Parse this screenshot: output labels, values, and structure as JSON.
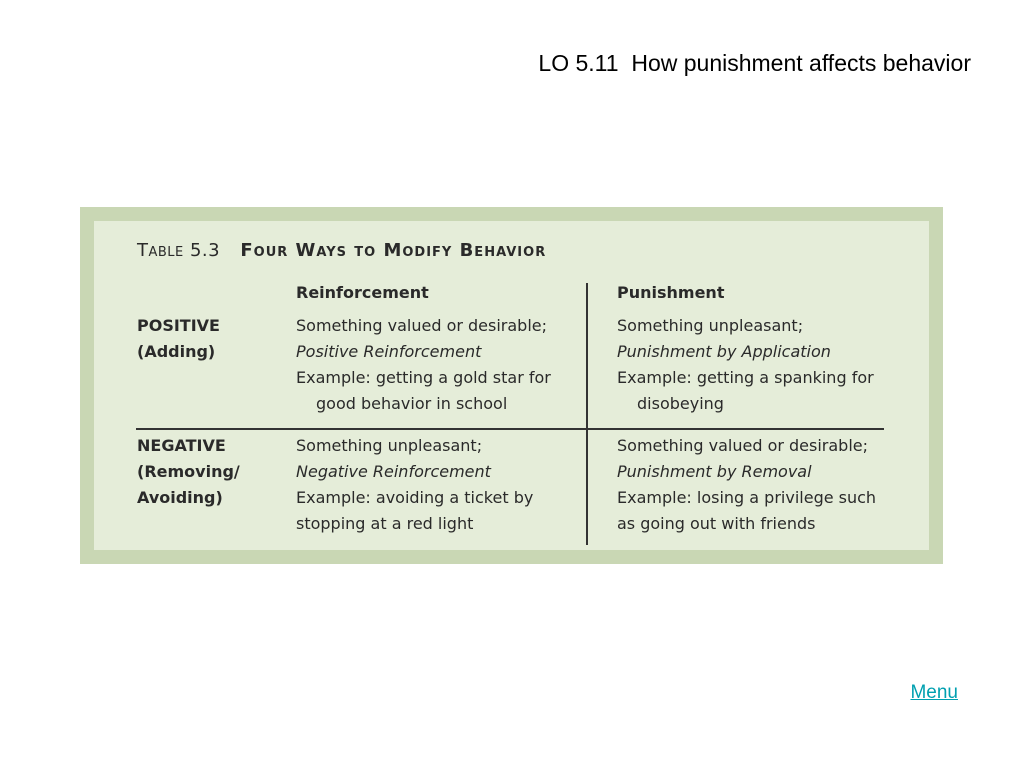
{
  "slide": {
    "title": "LO 5.11  How punishment affects behavior",
    "menu_link": "Menu"
  },
  "table": {
    "number": "Table 5.3",
    "title": "Four Ways to Modify Behavior",
    "col_headers": [
      "Reinforcement",
      "Punishment"
    ],
    "rows": [
      {
        "label_line1": "POSITIVE",
        "label_line2": "(Adding)",
        "label_line3": "",
        "reinforcement": {
          "line1": "Something valued or desirable;",
          "line2": "Positive Reinforcement",
          "line3": "Example: getting a gold star for",
          "line4": "good behavior in school"
        },
        "punishment": {
          "line1": "Something unpleasant;",
          "line2": "Punishment by Application",
          "line3": "Example: getting a spanking for",
          "line4": "disobeying"
        }
      },
      {
        "label_line1": "NEGATIVE",
        "label_line2": "(Removing/",
        "label_line3": "Avoiding)",
        "reinforcement": {
          "line1": "Something unpleasant;",
          "line2": "Negative Reinforcement",
          "line3": "Example: avoiding a ticket by",
          "line4": "stopping at a red light"
        },
        "punishment": {
          "line1": "Something valued or desirable;",
          "line2": "Punishment by Removal",
          "line3": "Example: losing a privilege such",
          "line4": "as going out with friends"
        }
      }
    ]
  },
  "colors": {
    "frame": "#c9d7b4",
    "panel": "#e5edd9",
    "link": "#00a0b0"
  }
}
